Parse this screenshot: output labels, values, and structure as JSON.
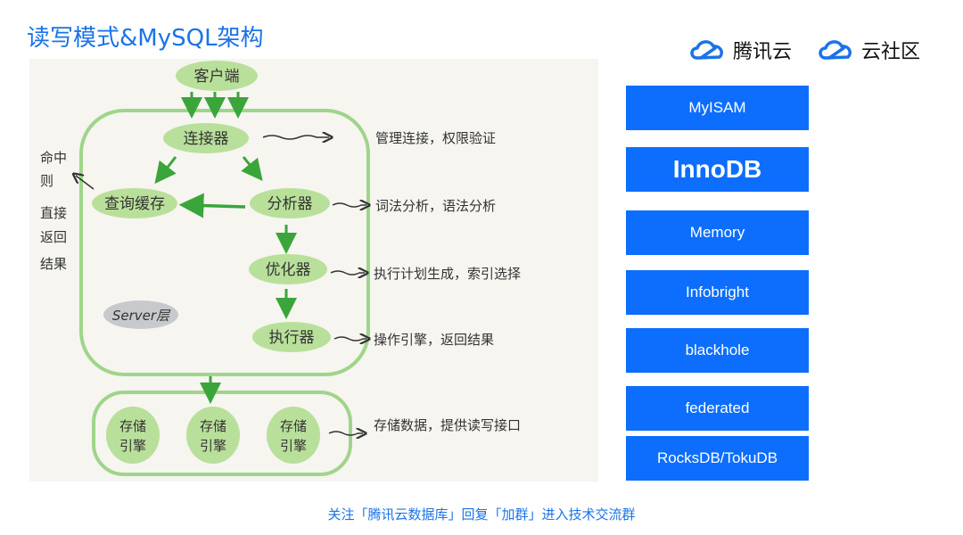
{
  "title": "读写模式&MySQL架构",
  "brand": {
    "left_label": "腾讯云",
    "right_label": "云社区",
    "icon": "cloud-icon",
    "color": "#1a73e8"
  },
  "sketch": {
    "client": "客户端",
    "connector": "连接器",
    "query_cache": "查询缓存",
    "analyzer": "分析器",
    "optimizer": "优化器",
    "executor": "执行器",
    "server_label": "Server层",
    "storage_engine_line1": "存储",
    "storage_engine_line2": "引擎",
    "cache_note": [
      "命中",
      "则",
      "直接",
      "返回",
      "结果"
    ],
    "connector_note": "管理连接，权限验证",
    "analyzer_note": "词法分析，语法分析",
    "optimizer_note": "执行计划生成，索引选择",
    "executor_note": "操作引擎，返回结果",
    "storage_note": "存储数据，提供读写接口"
  },
  "engines": [
    {
      "label": "MyISAM",
      "emphasis": false
    },
    {
      "label": "InnoDB",
      "emphasis": true
    },
    {
      "label": "Memory",
      "emphasis": false
    },
    {
      "label": "Infobright",
      "emphasis": false
    },
    {
      "label": "blackhole",
      "emphasis": false
    },
    {
      "label": "federated",
      "emphasis": false
    },
    {
      "label": "RocksDB/TokuDB",
      "emphasis": false
    }
  ],
  "footer": "关注「腾讯云数据库」回复「加群」进入技术交流群",
  "colors": {
    "accent": "#1a73e8",
    "engine_bg": "#0d6efd",
    "sketch_green": "#7bc862",
    "pill_green": "#c5e3a6",
    "arrow_green": "#3aa53a"
  }
}
